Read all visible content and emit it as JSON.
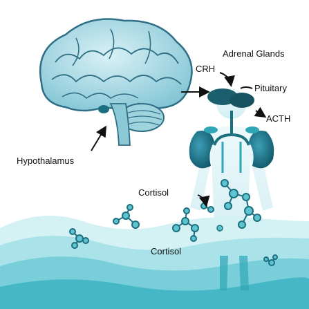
{
  "labels": {
    "adrenal_glands": "Adrenal Glands",
    "crh": "CRH",
    "pituitary": "Pituitary",
    "acth": "ACTH",
    "hypothalamus": "Hypothalamus",
    "cortisol_top": "Cortisol",
    "cortisol_bottom": "Cortisol"
  },
  "colors": {
    "brain_fill": "#bfe3ec",
    "brain_dark": "#2f6f86",
    "teal": "#2fa6b5",
    "teal_dark": "#1b6f7e",
    "water": "#7fd3dd",
    "body_ghost": "#d6f1f4"
  }
}
